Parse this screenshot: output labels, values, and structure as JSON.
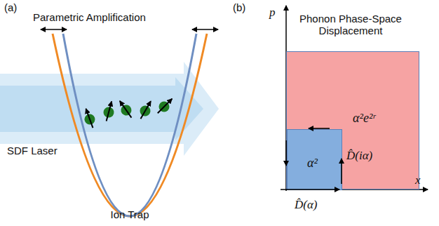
{
  "diagram": {
    "nodes": [
      {
        "text": [
          "α²e²ʳ"
        ]
      },
      {
        "text": [
          "α²"
        ],
        "in": 0
      }
    ],
    "labels": [
      "(a)",
      "Parametric Amplification",
      "SDF Laser",
      "Ion Trap",
      "(b)",
      "Phonon Phase-Space Displacement",
      "p",
      "x",
      "D̂(iα)",
      "D̂(α)"
    ]
  }
}
